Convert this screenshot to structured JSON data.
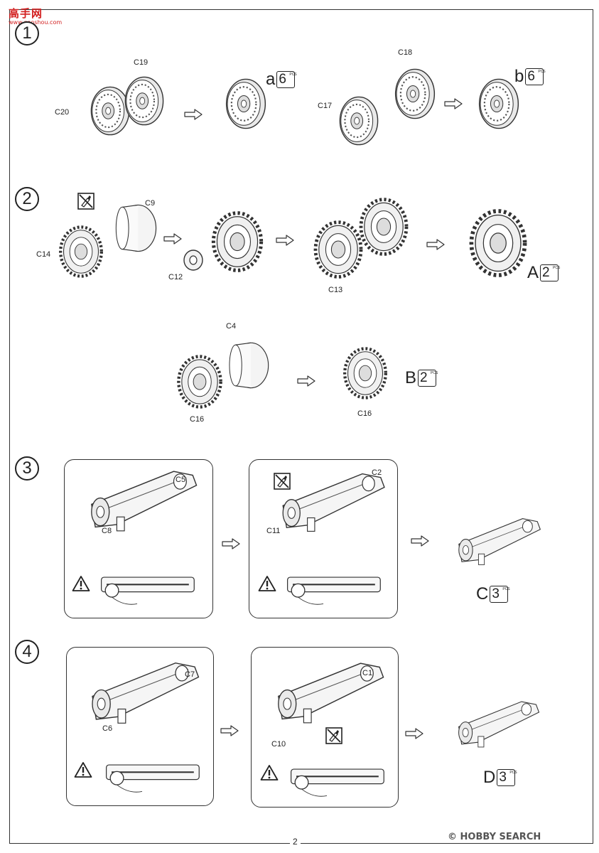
{
  "logo": {
    "title": "高手网",
    "subtitle": "www.gaoshou.com"
  },
  "steps": [
    {
      "number": "1",
      "labels": [
        "C19",
        "C20",
        "C18",
        "C17"
      ],
      "results": [
        {
          "letter": "a",
          "qty": "6",
          "unit": "PCS"
        },
        {
          "letter": "b",
          "qty": "6",
          "unit": "PCS"
        }
      ]
    },
    {
      "number": "2",
      "labels": [
        "C9",
        "C14",
        "C12",
        "C13",
        "C4",
        "C16",
        "C16"
      ],
      "results": [
        {
          "letter": "A",
          "qty": "2",
          "unit": "PCS"
        },
        {
          "letter": "B",
          "qty": "2",
          "unit": "PCS"
        }
      ]
    },
    {
      "number": "3",
      "labels": [
        "C5",
        "C8",
        "C2",
        "C11"
      ],
      "results": [
        {
          "letter": "C",
          "qty": "3",
          "unit": "PCS"
        }
      ]
    },
    {
      "number": "4",
      "labels": [
        "C7",
        "C6",
        "C1",
        "C10"
      ],
      "results": [
        {
          "letter": "D",
          "qty": "3",
          "unit": "PCS"
        }
      ]
    }
  ],
  "icons": {
    "arrow": "outline-arrow-icon",
    "warning": "warning-icon",
    "no_cement": "no-cement-icon"
  },
  "footer": {
    "page": "2",
    "watermark": "© HOBBY SEARCH"
  }
}
